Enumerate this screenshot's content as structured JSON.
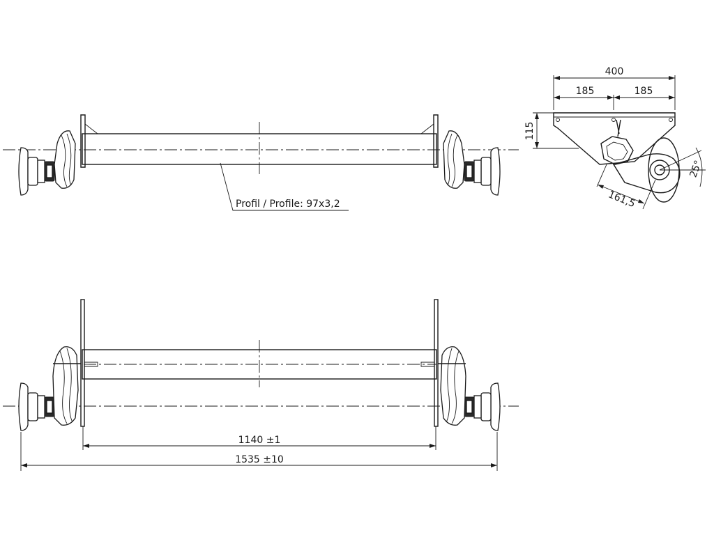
{
  "top_view": {
    "profile_label": "Profil / Profile: 97x3,2"
  },
  "side_view": {
    "width_total": "400",
    "width_left": "185",
    "width_right": "185",
    "height": "115",
    "arm_length": "161,5",
    "angle": "25°"
  },
  "front_view": {
    "bracket_distance": "1140 ±1",
    "overall_width": "1535 ±10"
  }
}
